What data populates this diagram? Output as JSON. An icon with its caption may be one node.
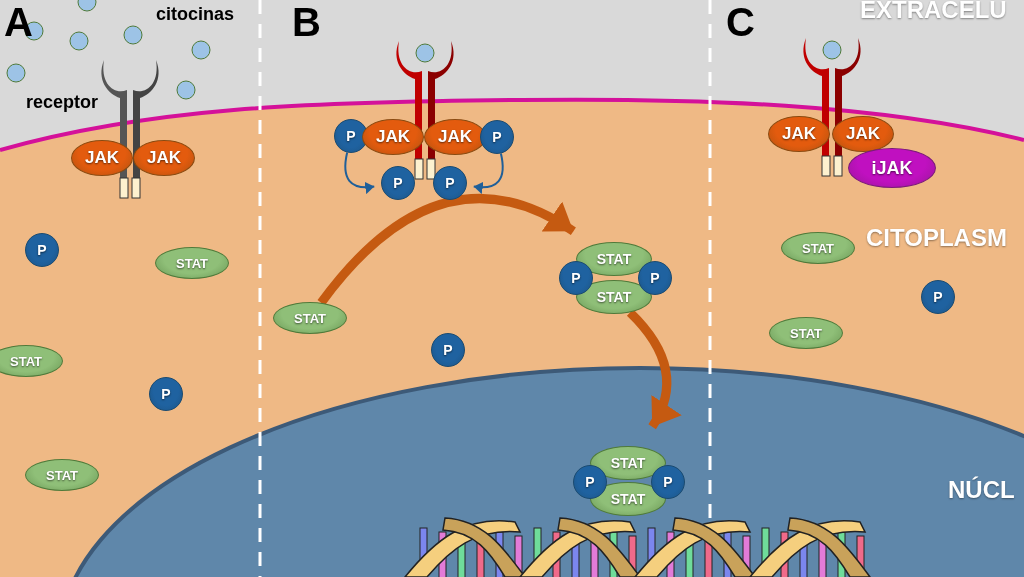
{
  "diagram": {
    "nodes": [
      {
        "text": [
          "JAK"
        ]
      },
      {
        "text": [
          "JAK"
        ]
      },
      {
        "text": [
          "P"
        ]
      },
      {
        "text": [
          "STAT"
        ]
      },
      {
        "text": [
          "STAT"
        ]
      },
      {
        "text": [
          "P"
        ]
      },
      {
        "text": [
          "STAT"
        ]
      },
      {
        "text": [
          "P"
        ]
      },
      {
        "text": [
          "JAK"
        ]
      },
      {
        "text": [
          "JAK"
        ]
      },
      {
        "text": [
          "P"
        ]
      },
      {
        "text": [
          "P"
        ]
      },
      {
        "text": [
          "P"
        ]
      },
      {
        "text": [
          "STAT"
        ]
      },
      {
        "text": [
          "STAT"
        ]
      },
      {
        "text": [
          "P"
        ]
      },
      {
        "text": [
          "P"
        ]
      },
      {
        "text": [
          "STAT"
        ]
      },
      {
        "text": [
          "P"
        ]
      },
      {
        "text": [
          "STAT"
        ]
      },
      {
        "text": [
          "P"
        ]
      },
      {
        "text": [
          "P"
        ]
      },
      {
        "text": [
          "STAT"
        ]
      },
      {
        "text": [
          "JAK"
        ]
      },
      {
        "text": [
          "JAK"
        ]
      },
      {
        "text": [
          "iJAK"
        ]
      },
      {
        "text": [
          "STAT"
        ]
      },
      {
        "text": [
          "P"
        ]
      },
      {
        "text": [
          "STAT"
        ]
      }
    ],
    "edges": [
      {
        "from": 7,
        "to": 11,
        "arrow": "to",
        "color": "#1f5f99"
      },
      {
        "from": 10,
        "to": 12,
        "arrow": "to",
        "color": "#1f5f99"
      },
      {
        "from": 13,
        "to": 14,
        "arrow": "to",
        "style": "thick",
        "color": "#c55a11"
      },
      {
        "from": 17,
        "to": 19,
        "arrow": "to",
        "style": "thick",
        "color": "#c55a11"
      }
    ],
    "labels": [
      "A",
      "citocinas",
      "B",
      "C",
      "EXTRACELU",
      "receptor",
      "CITOPLASM",
      "NÚCL"
    ]
  }
}
